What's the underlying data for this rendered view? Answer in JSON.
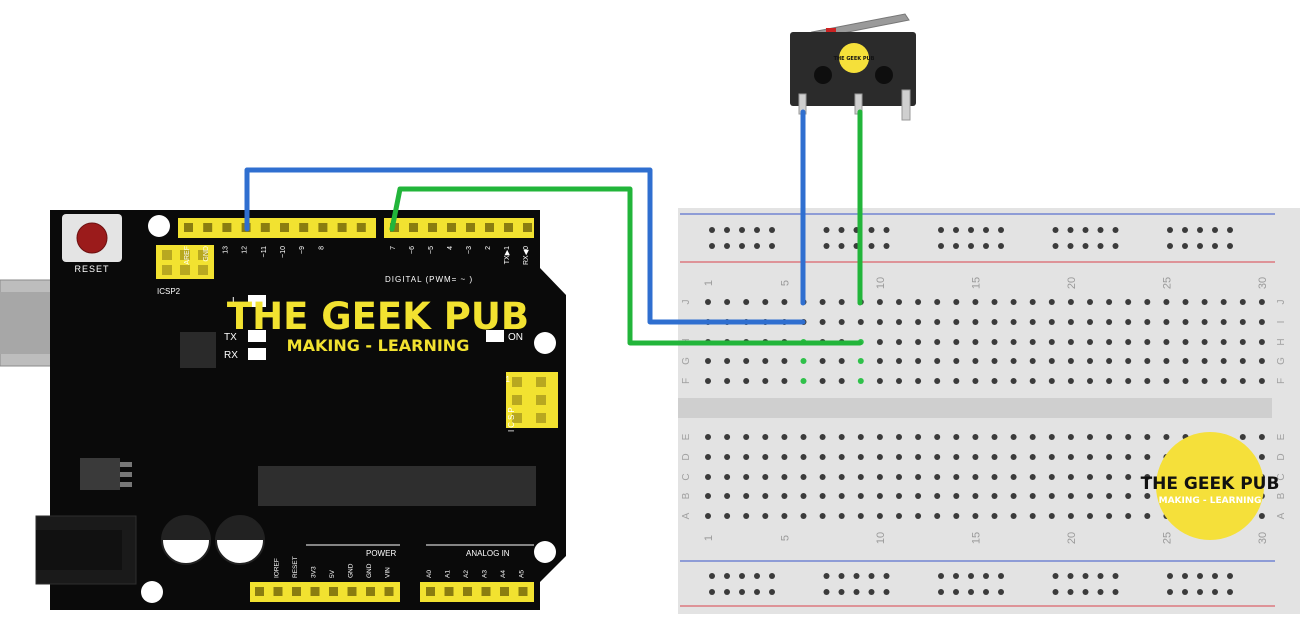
{
  "board": {
    "brand_title": "THE GEEK PUB",
    "brand_subtitle": "MAKING - LEARNING",
    "reset_label": "RESET",
    "icsp2_label": "ICSP2",
    "icsp_label": "ICSP",
    "icsp_pin1": "1",
    "led_l": "L",
    "led_tx": "TX",
    "led_rx": "RX",
    "on_label": "ON",
    "digital_label": "DIGITAL (PWM= ~ )",
    "digital_pins": [
      "AREF",
      "GND",
      "13",
      "12",
      "~11",
      "~10",
      "~9",
      "8",
      "7",
      "~6",
      "~5",
      "4",
      "~3",
      "2",
      "TX▶1",
      "RX◀0"
    ],
    "power_label": "POWER",
    "analog_label": "ANALOG IN",
    "power_pins": [
      "IOREF",
      "RESET",
      "3V3",
      "5V",
      "GND",
      "GND",
      "VIN"
    ],
    "analog_pins": [
      "A0",
      "A1",
      "A2",
      "A3",
      "A4",
      "A5"
    ]
  },
  "switch": {
    "sticker_text": "THE GEEK PUB"
  },
  "breadboard": {
    "top_numbers": [
      "1",
      "5",
      "10",
      "15",
      "20",
      "25",
      "30"
    ],
    "bottom_numbers": [
      "1",
      "5",
      "10",
      "15",
      "20",
      "25",
      "30"
    ],
    "upper_rows": [
      "J",
      "I",
      "H",
      "G",
      "F"
    ],
    "lower_rows": [
      "E",
      "D",
      "C",
      "B",
      "A"
    ]
  },
  "logo": {
    "title": "THE GEEK PUB",
    "subtitle": "MAKING - LEARNING",
    "color": "#f5e03a"
  },
  "colors": {
    "board": "#0a0a0a",
    "header": "#f2e230",
    "wire_signal": "#2f6fd0",
    "wire_ground": "#22b53a",
    "rail_red": "#d9434c",
    "rail_blue": "#3a56c8"
  }
}
